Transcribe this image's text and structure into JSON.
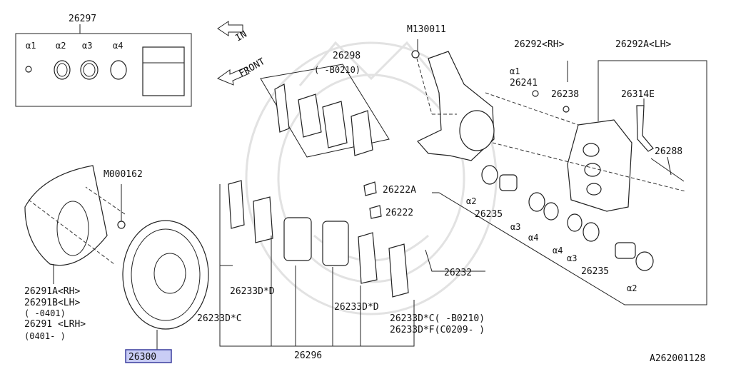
{
  "diagram": {
    "ref_code": "A262001128",
    "direction_in": "IN",
    "direction_front": "FRONT",
    "highlighted_part": "26300",
    "labels": {
      "p26297": "26297",
      "a1_kit": "α1",
      "a2_kit": "α2",
      "a3_kit": "α3",
      "a4_kit": "α4",
      "p26298": "26298",
      "p26298_range": "(      -B0210)",
      "m130011": "M130011",
      "p26292": "26292<RH>",
      "p26292a": "26292A<LH>",
      "a1_cal": "α1",
      "p26241": "26241",
      "p26238": "26238",
      "p26314e": "26314E",
      "p26288": "26288",
      "m000162": "M000162",
      "p26222a": "26222A",
      "p26222": "26222",
      "a2_top": "α2",
      "p26235_top": "26235",
      "a3_top": "α3",
      "a4_top": "α4",
      "a4_bot": "α4",
      "a3_bot": "α3",
      "p26235_bot": "26235",
      "a2_bot": "α2",
      "p26232": "26232",
      "p26291a": "26291A<RH>",
      "p26291b": "26291B<LH>",
      "p26291b_range": "(    -0401)",
      "p26291": "26291  <LRH>",
      "p26291_range": "(0401-    )",
      "p26233d_d1": "26233D*D",
      "p26233d_c1": "26233D*C",
      "p26233d_d2": "26233D*D",
      "p26233d_c2": "26233D*C(    -B0210)",
      "p26233d_f": "26233D*F(C0209-    )",
      "p26296": "26296",
      "p26300": "26300"
    }
  }
}
